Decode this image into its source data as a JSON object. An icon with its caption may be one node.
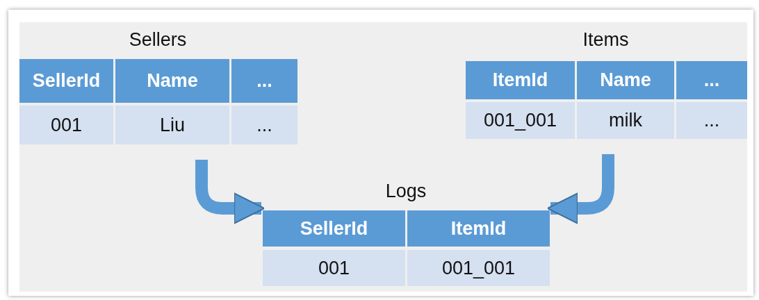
{
  "diagram": {
    "nodes": [
      {
        "text": [
          "Sellers",
          "SellerId",
          "Name",
          "...",
          "001",
          "Liu",
          "..."
        ]
      },
      {
        "text": [
          "Items",
          "ItemId",
          "Name",
          "...",
          "001_001",
          "milk",
          "..."
        ]
      },
      {
        "text": [
          "Logs",
          "SellerId",
          "ItemId",
          "001",
          "001_001"
        ]
      }
    ],
    "edges": [
      {
        "from": 0,
        "to": 2,
        "arrow": "to"
      },
      {
        "from": 1,
        "to": 2,
        "arrow": "to"
      }
    ]
  }
}
